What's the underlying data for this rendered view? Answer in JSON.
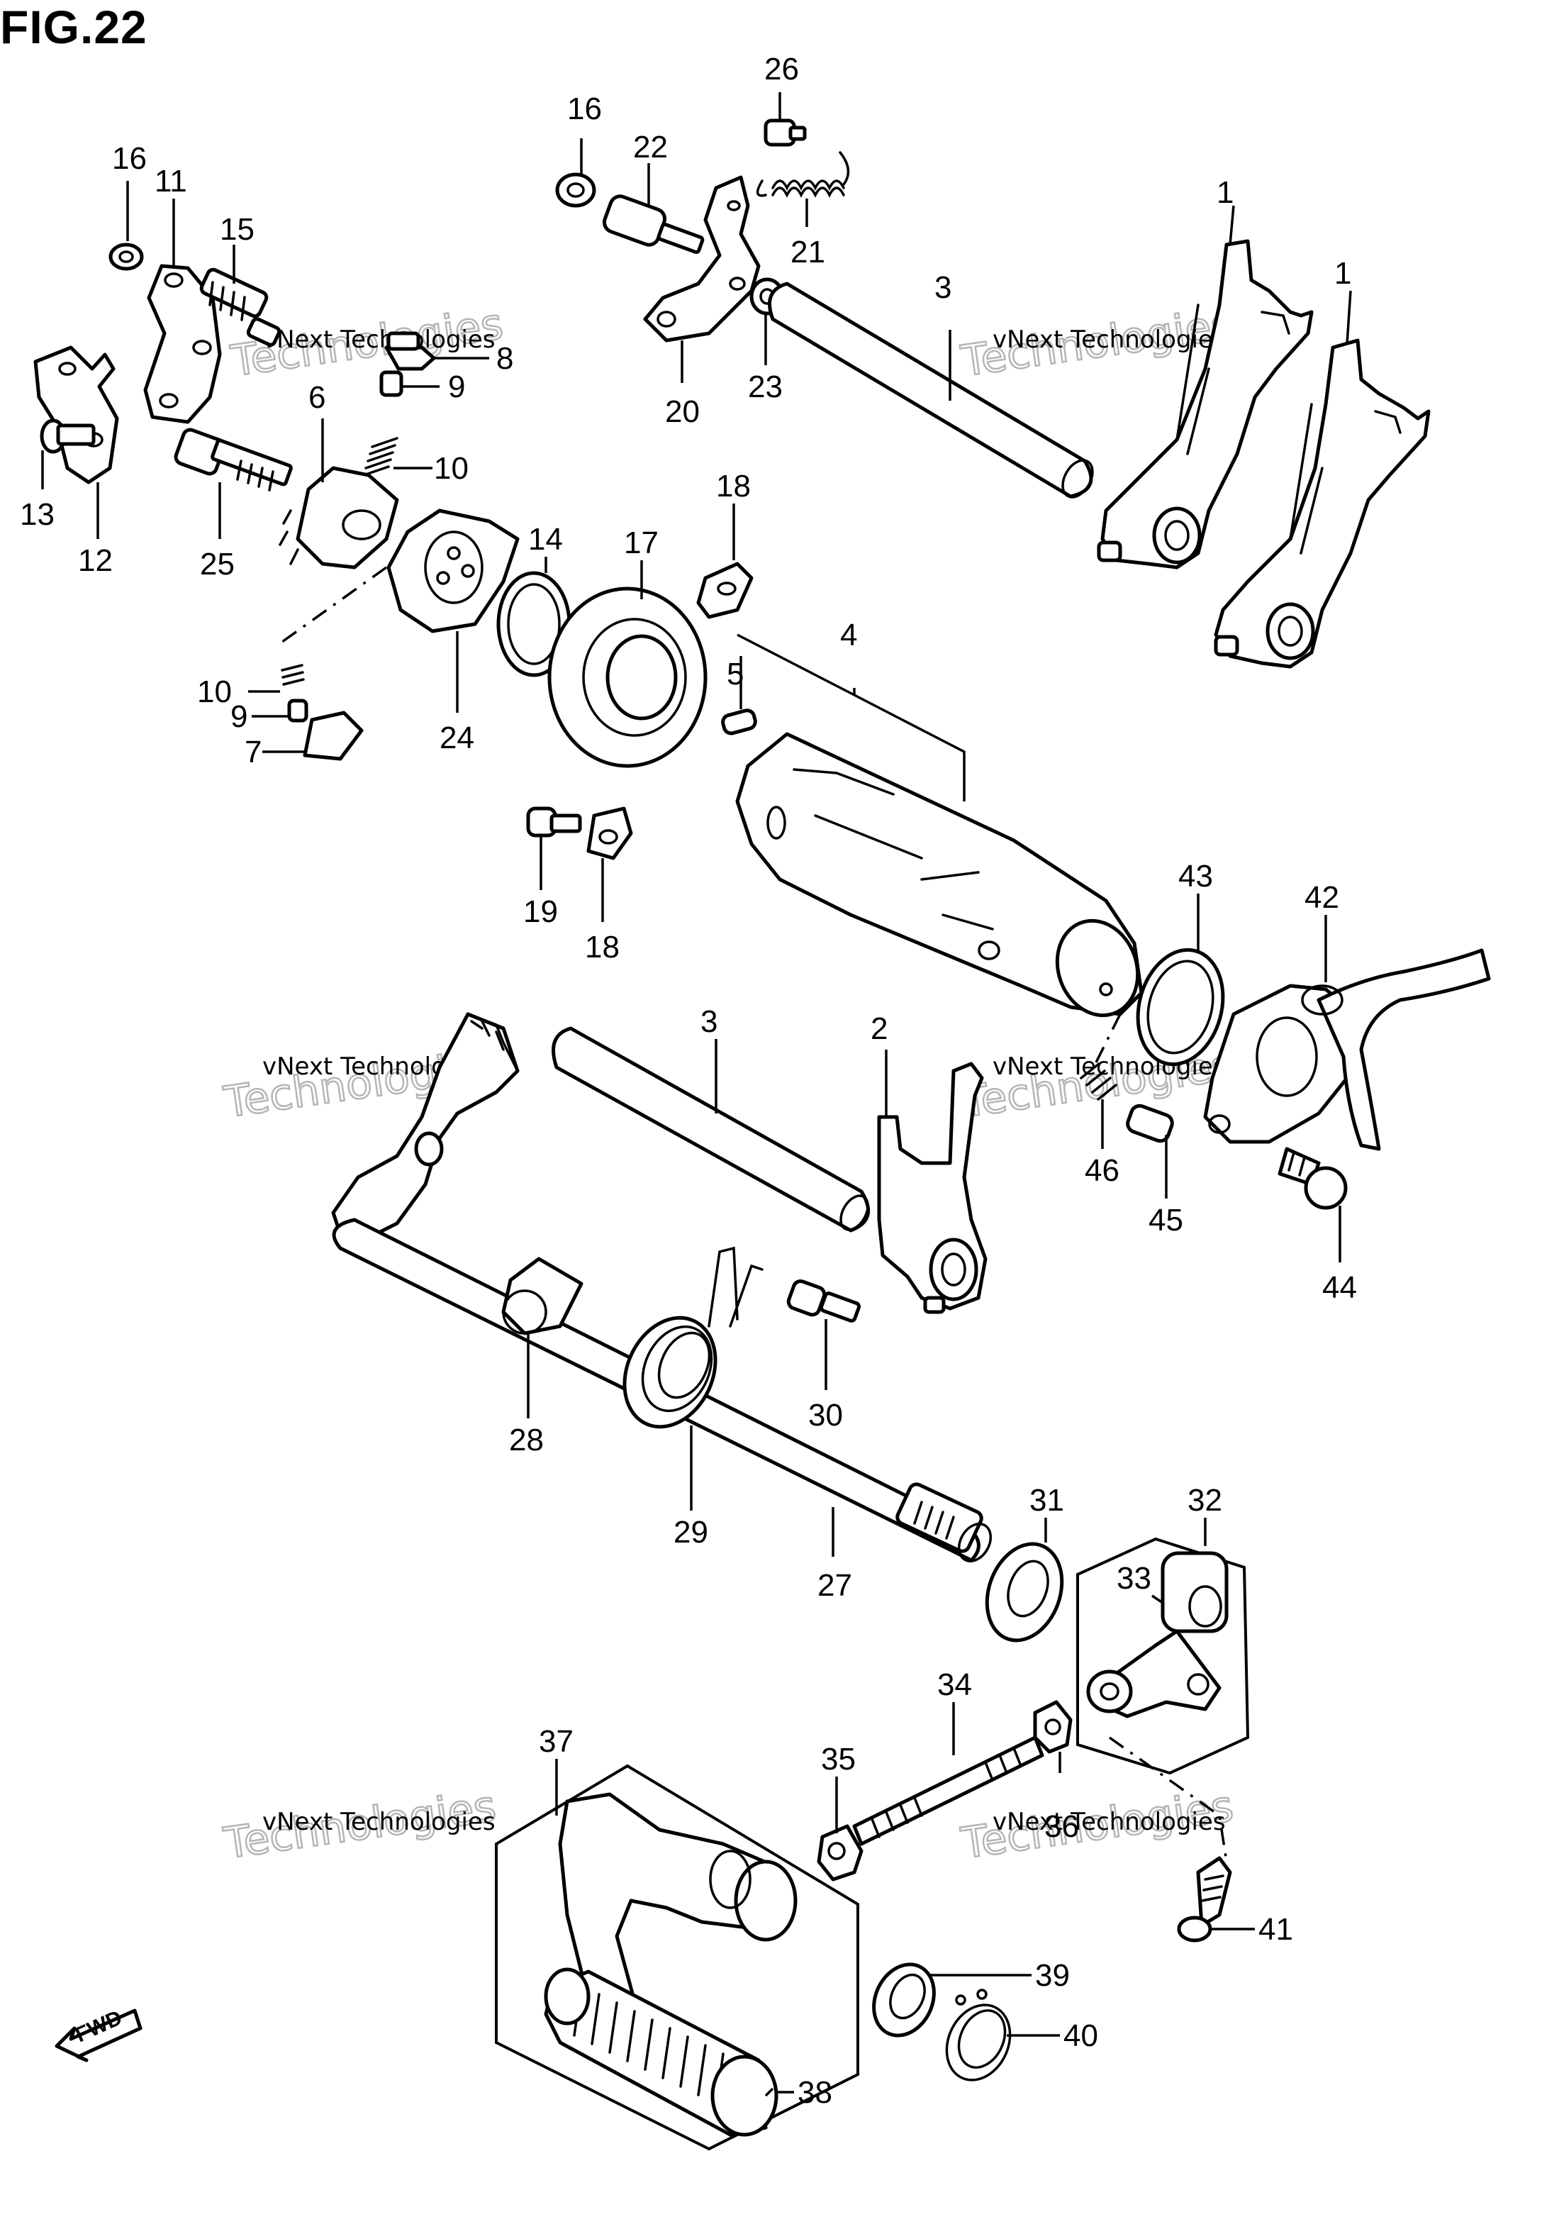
{
  "figure": {
    "title": "FIG.22"
  },
  "watermark": {
    "line1": "vNext Technologies",
    "line2": "Technologies"
  },
  "fwd_label": "FWD",
  "labels": [
    "1",
    "1",
    "2",
    "3",
    "3",
    "4",
    "5",
    "6",
    "7",
    "8",
    "9",
    "9",
    "10",
    "10",
    "11",
    "12",
    "13",
    "14",
    "15",
    "16",
    "16",
    "17",
    "18",
    "18",
    "19",
    "20",
    "21",
    "22",
    "23",
    "24",
    "25",
    "26",
    "27",
    "28",
    "29",
    "30",
    "31",
    "32",
    "33",
    "34",
    "35",
    "36",
    "37",
    "38",
    "39",
    "40",
    "41",
    "42",
    "43",
    "44",
    "45",
    "46"
  ]
}
